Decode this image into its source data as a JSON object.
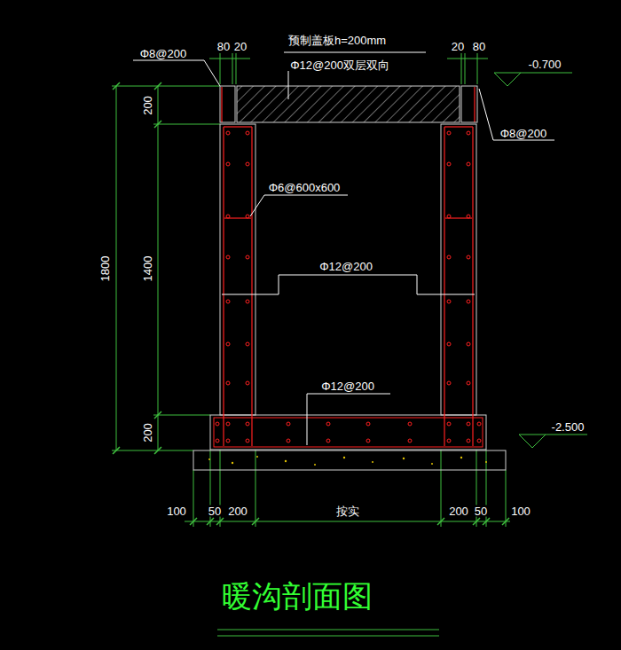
{
  "diagram": {
    "title": "暖沟剖面图",
    "labels": [
      "Φ8@200",
      "80",
      "20",
      "预制盖板h=200mm",
      "20",
      "80",
      "Φ12@200双层双向",
      "-0.700",
      "Φ8@200",
      "200",
      "1800",
      "1400",
      "Φ6@600x600",
      "Φ12@200",
      "Φ12@200",
      "200",
      "-2.500",
      "100",
      "50",
      "200",
      "按实",
      "200",
      "50",
      "100"
    ]
  }
}
